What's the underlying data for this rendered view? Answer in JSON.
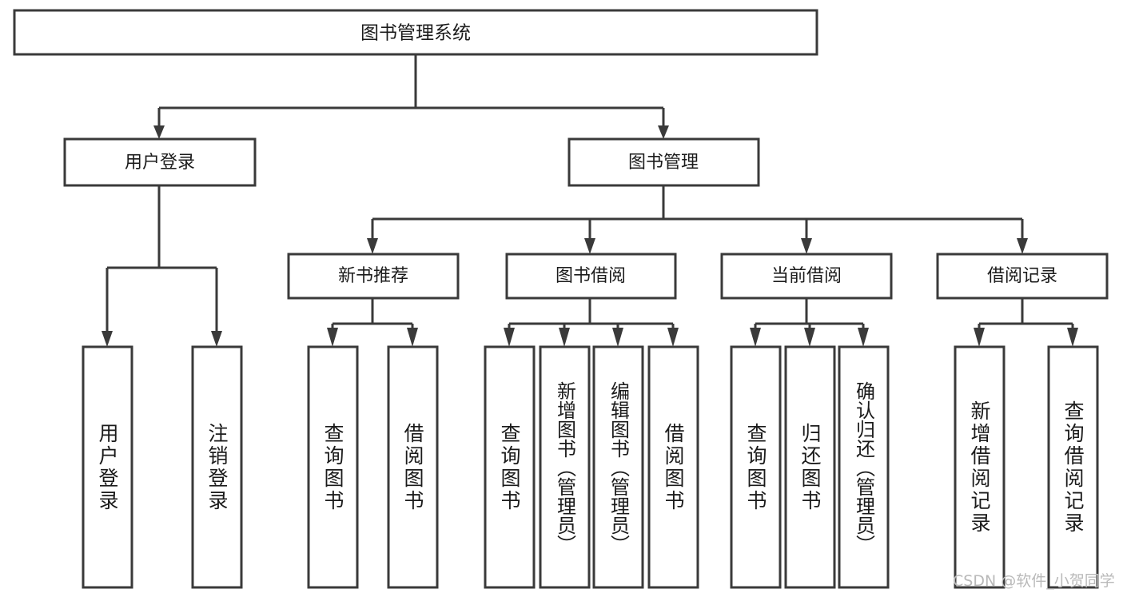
{
  "diagram": {
    "kind": "tree-hierarchy-chart",
    "root": {
      "label": "图书管理系统"
    },
    "level2": [
      {
        "label": "用户登录"
      },
      {
        "label": "图书管理"
      }
    ],
    "level3": [
      {
        "label": "新书推荐",
        "parent": "图书管理"
      },
      {
        "label": "图书借阅",
        "parent": "图书管理"
      },
      {
        "label": "当前借阅",
        "parent": "图书管理"
      },
      {
        "label": "借阅记录",
        "parent": "图书管理"
      }
    ],
    "leaves": {
      "user_login": [
        {
          "label": "用户登录"
        },
        {
          "label": "注销登录"
        }
      ],
      "new_book_recommend": [
        {
          "label": "查询图书"
        },
        {
          "label": "借阅图书"
        }
      ],
      "book_borrow": [
        {
          "label": "查询图书"
        },
        {
          "label": "新增图书（管理员）"
        },
        {
          "label": "编辑图书（管理员）"
        },
        {
          "label": "借阅图书"
        }
      ],
      "current_borrow": [
        {
          "label": "查询图书"
        },
        {
          "label": "归还图书"
        },
        {
          "label": "确认归还（管理员）"
        }
      ],
      "borrow_record": [
        {
          "label": "新增借阅记录"
        },
        {
          "label": "查询借阅记录"
        }
      ]
    }
  },
  "watermark": {
    "text": "CSDN @软件_小贺同学"
  },
  "colors": {
    "stroke": "#3a3a3a",
    "box_fill": "#ffffff",
    "text": "#1b1b1b",
    "watermark": "#b9b9b9",
    "background": "#ffffff"
  }
}
